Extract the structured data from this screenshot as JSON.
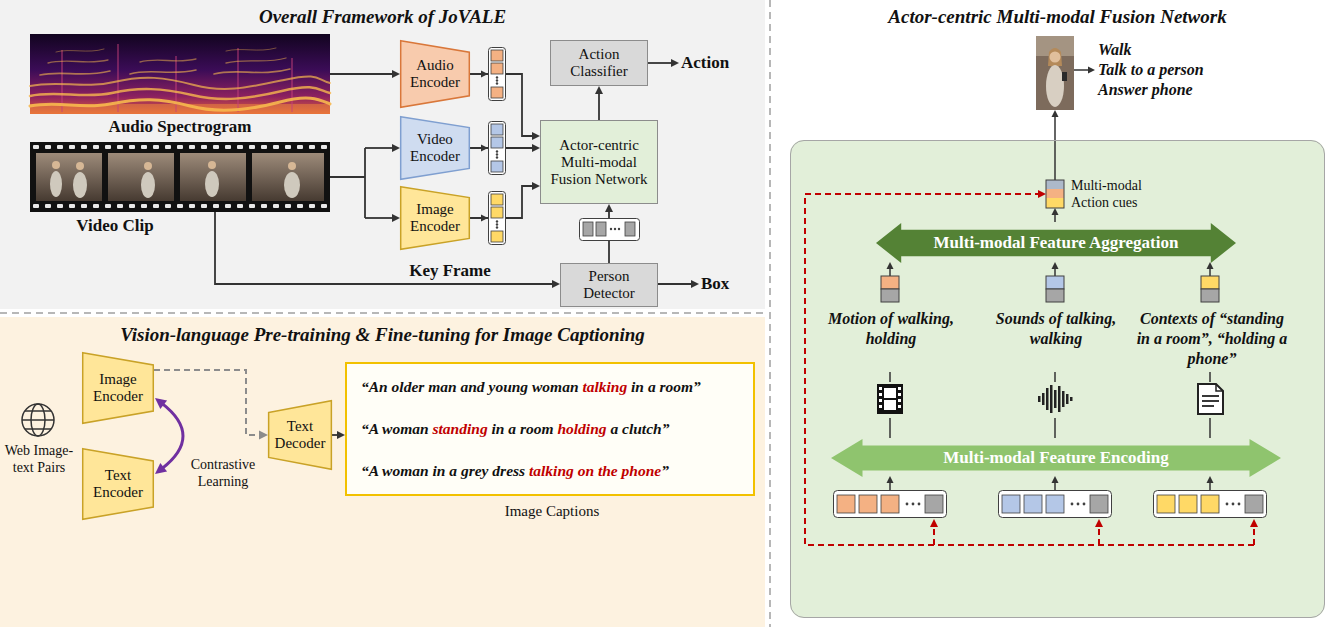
{
  "diagram": {
    "nodes": [
      {
        "text": [
          "Overall Framework of JoVALE"
        ]
      },
      {
        "text": [
          "Audio Encoder"
        ],
        "in": 0
      },
      {
        "text": [
          "Video Encoder"
        ],
        "in": 0
      },
      {
        "text": [
          "Image Encoder"
        ],
        "in": 0
      },
      {
        "text": [
          "Action Classifier"
        ],
        "in": 0
      },
      {
        "text": [
          "Actor-centric Multi-modal Fusion Network"
        ],
        "in": 0
      },
      {
        "text": [
          "Person Detector"
        ],
        "in": 0
      },
      {
        "text": [
          "Vision-language Pre-training & Fine-tuning for Image Captioning"
        ]
      },
      {
        "text": [
          "Image Encoder"
        ],
        "in": 7
      },
      {
        "text": [
          "Text Encoder"
        ],
        "in": 7
      },
      {
        "text": [
          "Text Decoder"
        ],
        "in": 7
      },
      {
        "text": [
          "“An older man and young woman talking in a room”",
          "“A woman standing in a room holding a clutch”",
          "“A woman in a grey dress talking on the phone”",
          "Image Captions"
        ],
        "in": 7
      },
      {
        "text": [
          "Multi-modal Action cues",
          "Motion of walking, holding",
          "Sounds of talking, walking",
          "Contexts of “standing in a room”, “holding a phone”"
        ]
      },
      {
        "text": [
          "Multi-modal Feature Aggregation"
        ],
        "in": 12
      },
      {
        "text": [
          "Multi-modal Feature Encoding"
        ],
        "in": 12
      }
    ],
    "edges": [
      {
        "from": 1,
        "to": 5,
        "arrow": "to"
      },
      {
        "from": 2,
        "to": 5,
        "arrow": "to"
      },
      {
        "from": 3,
        "to": 5,
        "arrow": "to"
      },
      {
        "from": 6,
        "to": 5,
        "arrow": "to"
      },
      {
        "from": 5,
        "to": 4,
        "arrow": "to"
      },
      {
        "from": 8,
        "to": 9,
        "label": "Contrastive Learning",
        "arrow": "both"
      },
      {
        "from": 8,
        "to": 10,
        "arrow": "to"
      },
      {
        "from": 10,
        "to": 11,
        "arrow": "to"
      }
    ],
    "labels": [
      "Audio Spectrogram",
      "Video Clip",
      "Key Frame",
      "Action",
      "Box",
      "Web Image-text Pairs",
      "Actor-centric Multi-modal Fusion Network",
      "Walk",
      "Talk to a person",
      "Answer phone"
    ]
  }
}
